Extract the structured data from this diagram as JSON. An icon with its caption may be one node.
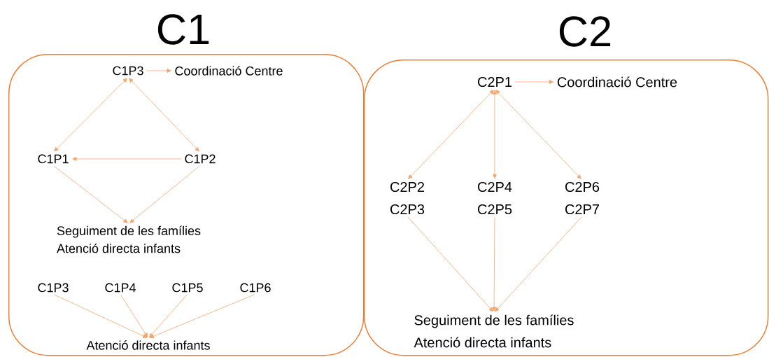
{
  "diagram": {
    "nodes": [
      {
        "text": [
          "C1"
        ]
      },
      {
        "text": [
          "C1P3"
        ],
        "in": 0
      },
      {
        "text": [
          "Coordinació Centre"
        ],
        "in": 0
      },
      {
        "text": [
          "C1P1"
        ],
        "in": 0
      },
      {
        "text": [
          "C1P2"
        ],
        "in": 0
      },
      {
        "text": [
          "Seguiment de les famílies",
          "Atenció directa infants"
        ],
        "in": 0
      },
      {
        "text": [
          "C1P3"
        ],
        "in": 0
      },
      {
        "text": [
          "C1P4"
        ],
        "in": 0
      },
      {
        "text": [
          "C1P5"
        ],
        "in": 0
      },
      {
        "text": [
          "C1P6"
        ],
        "in": 0
      },
      {
        "text": [
          "Atenció directa infants"
        ],
        "in": 0
      },
      {
        "text": [
          "C2"
        ]
      },
      {
        "text": [
          "C2P1"
        ],
        "in": 11
      },
      {
        "text": [
          "Coordinació Centre"
        ],
        "in": 11
      },
      {
        "text": [
          "C2P2",
          "C2P3"
        ],
        "in": 11
      },
      {
        "text": [
          "C2P4",
          "C2P5"
        ],
        "in": 11
      },
      {
        "text": [
          "C2P6",
          "C2P7"
        ],
        "in": 11
      },
      {
        "text": [
          "Seguiment de les famílies",
          "Atenció directa infants"
        ],
        "in": 11
      }
    ],
    "edges": [
      {
        "from": 1,
        "to": 2,
        "arrow": "to"
      },
      {
        "from": 1,
        "to": 3,
        "arrow": "both"
      },
      {
        "from": 1,
        "to": 4,
        "arrow": "both"
      },
      {
        "from": 4,
        "to": 3,
        "arrow": "to"
      },
      {
        "from": 3,
        "to": 5,
        "arrow": "to"
      },
      {
        "from": 4,
        "to": 5,
        "arrow": "to"
      },
      {
        "from": 6,
        "to": 10,
        "arrow": "to"
      },
      {
        "from": 7,
        "to": 10,
        "arrow": "to"
      },
      {
        "from": 8,
        "to": 10,
        "arrow": "to"
      },
      {
        "from": 9,
        "to": 10,
        "arrow": "to"
      },
      {
        "from": 12,
        "to": 13,
        "arrow": "to"
      },
      {
        "from": 12,
        "to": 14,
        "arrow": "both"
      },
      {
        "from": 12,
        "to": 15,
        "arrow": "both"
      },
      {
        "from": 12,
        "to": 16,
        "arrow": "both"
      },
      {
        "from": 14,
        "to": 17,
        "arrow": "to"
      },
      {
        "from": 15,
        "to": 17,
        "arrow": "to"
      },
      {
        "from": 16,
        "to": 17,
        "arrow": "to"
      }
    ]
  }
}
